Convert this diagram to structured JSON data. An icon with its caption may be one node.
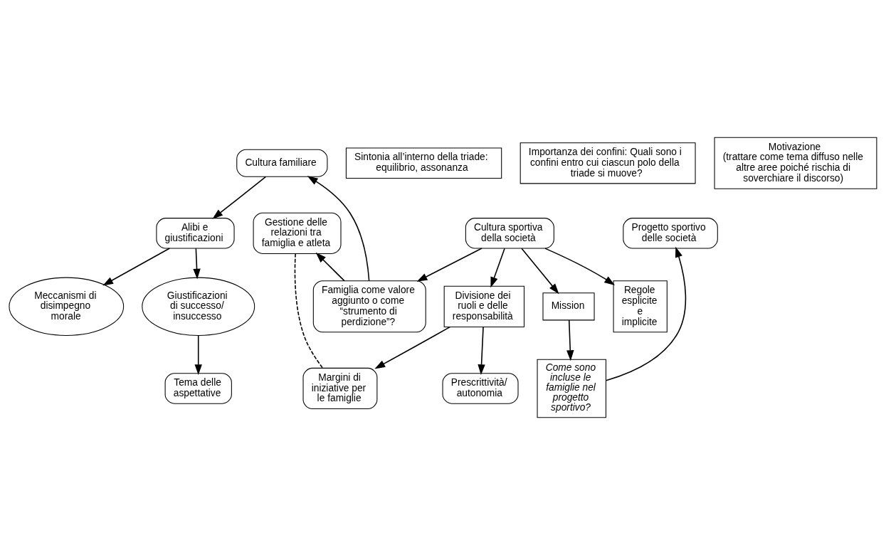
{
  "diagram": {
    "nodes": [
      {
        "text": [
          "Cultura familiare"
        ]
      },
      {
        "text": [
          "Famiglia come valore aggiunto o come “strumento di perdizione”?"
        ]
      },
      {
        "text": [
          "Cultura sportiva della società"
        ]
      },
      {
        "text": [
          "Gestione delle relazioni tra famiglia e atleta"
        ]
      },
      {
        "text": [
          "Alibi e giustificazioni"
        ]
      },
      {
        "text": [
          "Progetto sportivo delle società"
        ]
      },
      {
        "text": [
          "Mission"
        ]
      },
      {
        "text": [
          "Regole esplicite e implicite"
        ]
      },
      {
        "text": [
          "Divisione dei ruoli e delle responsabilità"
        ]
      },
      {
        "text": [
          "Come sono incluse le famiglie nel progetto sportivo?"
        ]
      },
      {
        "text": [
          "Prescrittività/ autonomia"
        ]
      },
      {
        "text": [
          "Margini di iniziative per le famiglie"
        ]
      },
      {
        "text": [
          "Meccanismi di disimpegno morale"
        ]
      },
      {
        "text": [
          "Giustificazioni di successo/ insuccesso"
        ]
      },
      {
        "text": [
          "Tema delle aspettative"
        ]
      },
      {
        "text": [
          "Sintonia all’interno della triade: equilibrio, assonanza"
        ]
      },
      {
        "text": [
          "Importanza dei confini: Quali sono i confini entro cui ciascun polo della triade si muove?"
        ]
      },
      {
        "text": [
          "Motivazione",
          "(trattare come tema diffuso nelle altre aree poiché rischia di soverchiare il discorso)"
        ]
      }
    ],
    "edges": [
      {
        "from": 2,
        "to": 1,
        "arrow": "to"
      },
      {
        "from": 1,
        "to": 0,
        "arrow": "to"
      },
      {
        "from": 1,
        "to": 3,
        "arrow": "to"
      },
      {
        "from": 0,
        "to": 4,
        "arrow": "to"
      },
      {
        "from": 2,
        "to": 6,
        "arrow": "to"
      },
      {
        "from": 2,
        "to": 7,
        "arrow": "to"
      },
      {
        "from": 2,
        "to": 8,
        "arrow": "to"
      },
      {
        "from": 6,
        "to": 9,
        "arrow": "to"
      },
      {
        "from": 8,
        "to": 10,
        "arrow": "to"
      },
      {
        "from": 8,
        "to": 11,
        "arrow": "to"
      },
      {
        "from": 3,
        "to": 11,
        "arrow": "none",
        "style": "dashed"
      },
      {
        "from": 4,
        "to": 12,
        "arrow": "to"
      },
      {
        "from": 4,
        "to": 13,
        "arrow": "to"
      },
      {
        "from": 13,
        "to": 14,
        "arrow": "to"
      },
      {
        "from": 9,
        "to": 5,
        "arrow": "to"
      }
    ]
  }
}
